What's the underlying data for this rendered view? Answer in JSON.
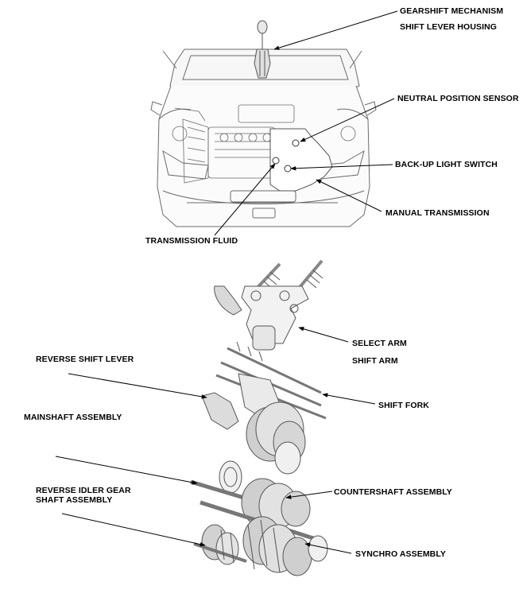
{
  "labels": {
    "gearshift_mechanism": "GEARSHIFT MECHANISM",
    "shift_lever_housing": "SHIFT LEVER HOUSING",
    "neutral_position_sensor": "NEUTRAL POSITION SENSOR",
    "back_up_light_switch": "BACK-UP LIGHT SWITCH",
    "manual_transmission": "MANUAL TRANSMISSION",
    "transmission_fluid": "TRANSMISSION FLUID",
    "select_arm": "SELECT ARM",
    "shift_arm": "SHIFT ARM",
    "reverse_shift_lever": "REVERSE SHIFT LEVER",
    "shift_fork": "SHIFT FORK",
    "mainshaft_assembly": "MAINSHAFT ASSEMBLY",
    "reverse_idler_gear_line1": "REVERSE IDLER GEAR",
    "reverse_idler_gear_line2": "SHAFT ASSEMBLY",
    "countershaft_assembly": "COUNTERSHAFT ASSEMBLY",
    "synchro_assembly": "SYNCHRO ASSEMBLY"
  },
  "colors": {
    "line": "#000000",
    "drawing": "#6b6b6b",
    "shade": "#d0d0d0",
    "background": "#ffffff"
  }
}
